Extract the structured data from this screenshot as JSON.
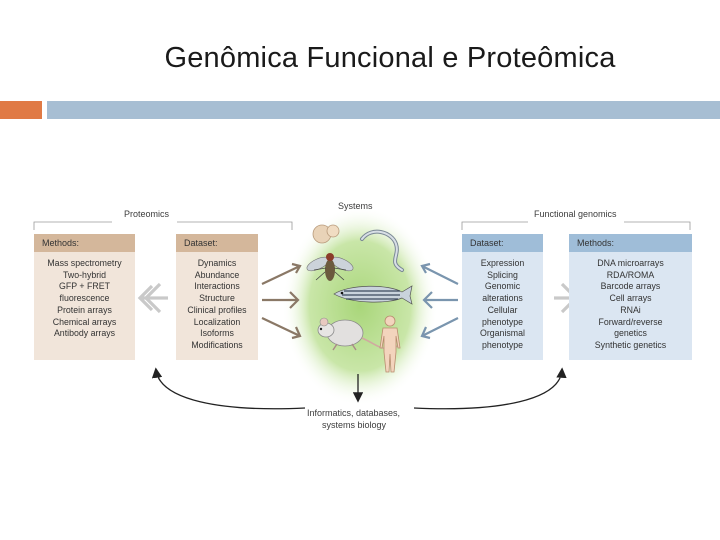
{
  "slide": {
    "title": "Genômica Funcional e Proteômica"
  },
  "figure": {
    "center_label": "Systems",
    "bottom_label": [
      "Informatics, databases,",
      "systems biology"
    ],
    "proteomics": {
      "title": "Proteomics",
      "methods": {
        "header": "Methods:",
        "items": [
          "Mass spectrometry",
          "Two-hybrid",
          "GFP + FRET",
          "fluorescence",
          "Protein arrays",
          "Chemical arrays",
          "Antibody arrays"
        ]
      },
      "dataset": {
        "header": "Dataset:",
        "items": [
          "Dynamics",
          "Abundance",
          "Interactions",
          "Structure",
          "Clinical profiles",
          "Localization",
          "Isoforms",
          "Modifications"
        ]
      }
    },
    "functional_genomics": {
      "title": "Functional genomics",
      "dataset": {
        "header": "Dataset:",
        "items": [
          "Expression",
          "Splicing",
          "Genomic",
          "alterations",
          "Cellular",
          "phenotype",
          "Organismal",
          "phenotype"
        ]
      },
      "methods": {
        "header": "Methods:",
        "items": [
          "DNA microarrays",
          "RDA/ROMA",
          "Barcode arrays",
          "Cell arrays",
          "RNAi",
          "Forward/reverse",
          "genetics",
          "Synthetic genetics"
        ]
      }
    },
    "colors": {
      "proteomics_header": "#d4b79b",
      "proteomics_body": "#f1e5da",
      "genomics_header": "#9fbdd8",
      "genomics_body": "#dbe6f2",
      "accent_orange": "#e07a45",
      "accent_blue": "#a7bed3"
    },
    "icons": [
      "yeast-icon",
      "worm-icon",
      "fly-icon",
      "zebrafish-icon",
      "mouse-icon",
      "human-icon"
    ]
  }
}
